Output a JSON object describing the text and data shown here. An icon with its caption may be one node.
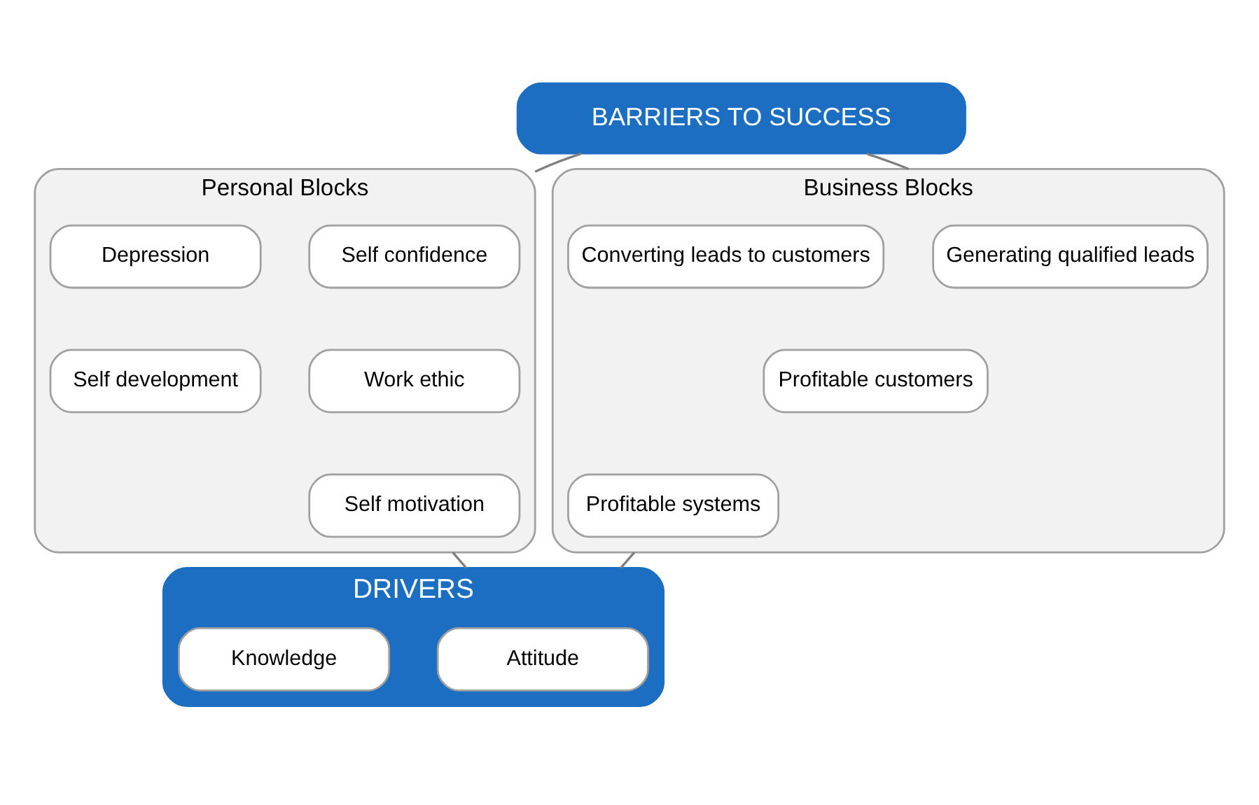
{
  "diagram": {
    "nodes": [
      {
        "text": [
          "BARRIERS TO SUCCESS"
        ]
      },
      {
        "text": [
          "Personal Blocks"
        ]
      },
      {
        "text": [
          "Self confidence"
        ],
        "in": 1
      },
      {
        "text": [
          "Depression"
        ],
        "in": 1
      },
      {
        "text": [
          "Work ethic"
        ],
        "in": 1
      },
      {
        "text": [
          "Self development"
        ],
        "in": 1
      },
      {
        "text": [
          "Self motivation"
        ],
        "in": 1
      },
      {
        "text": [
          "Business Blocks"
        ]
      },
      {
        "text": [
          "Generating qualified leads"
        ],
        "in": 7
      },
      {
        "text": [
          "Converting leads to customers"
        ],
        "in": 7
      },
      {
        "text": [
          "Profitable customers"
        ],
        "in": 7
      },
      {
        "text": [
          "Profitable systems"
        ],
        "in": 7
      },
      {
        "text": [
          "DRIVERS"
        ]
      },
      {
        "text": [
          "Attitude"
        ],
        "in": 12
      },
      {
        "text": [
          "Knowledge"
        ],
        "in": 12
      }
    ],
    "edges": [
      {
        "from": 0,
        "to": 1,
        "arrow": "none"
      },
      {
        "from": 0,
        "to": 7,
        "arrow": "none"
      },
      {
        "from": 1,
        "to": 12,
        "arrow": "none"
      },
      {
        "from": 7,
        "to": 12,
        "arrow": "none"
      }
    ]
  }
}
